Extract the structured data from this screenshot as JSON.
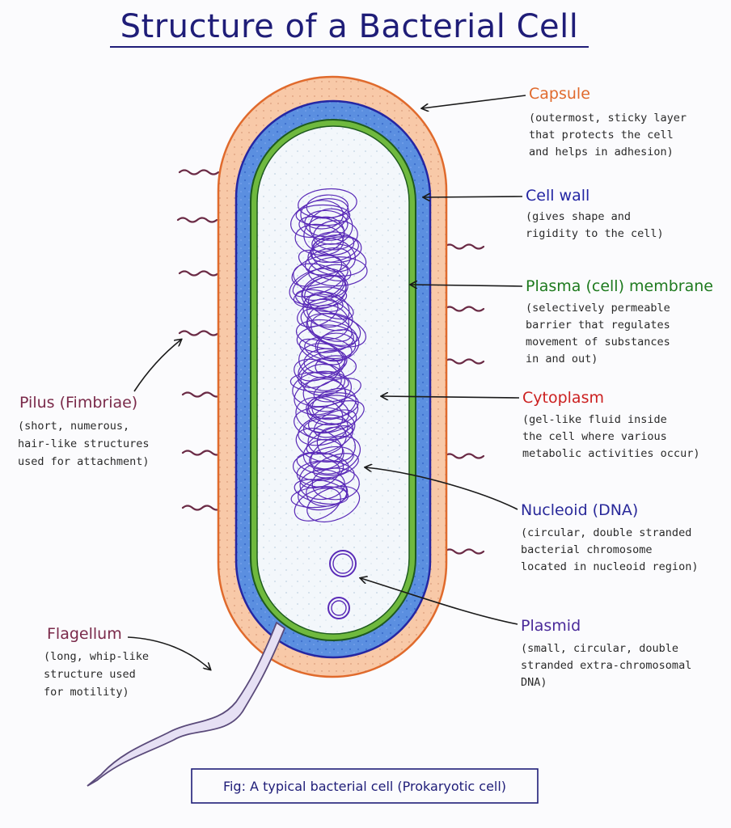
{
  "title": "Structure of a Bacterial Cell",
  "labels": {
    "capsule": {
      "name": "Capsule",
      "lines": [
        "(outermost, sticky layer",
        "that protects the cell",
        "and helps in adhesion)"
      ]
    },
    "cell_wall": {
      "name": "Cell wall",
      "lines": [
        "(gives shape and",
        "rigidity to the cell)"
      ]
    },
    "membrane": {
      "name": "Plasma (cell) membrane",
      "lines": [
        "(selectively permeable",
        "barrier that regulates",
        "movement of substances",
        "in and out)"
      ]
    },
    "cytoplasm": {
      "name": "Cytoplasm",
      "lines": [
        "(gel-like fluid inside",
        "the cell where various",
        "metabolic activities occur)"
      ]
    },
    "nucleoid": {
      "name": "Nucleoid (DNA)",
      "lines": [
        "(circular, double stranded",
        "bacterial chromosome",
        "located in nucleoid region)"
      ]
    },
    "plasmid": {
      "name": "Plasmid",
      "lines": [
        "(small, circular, double",
        "stranded extra-chromosomal",
        "DNA)"
      ]
    },
    "pilus": {
      "name": "Pilus (Fimbriae)",
      "lines": [
        "(short, numerous,",
        "hair-like structures",
        "used for attachment)"
      ]
    },
    "flagellum": {
      "name": "Flagellum",
      "lines": [
        "(long, whip-like",
        "structure used",
        "for motility)"
      ]
    }
  },
  "caption": "Fig: A typical bacterial cell (Prokaryotic cell)",
  "colors": {
    "capsule": "#e06a2c",
    "cell_wall": "#2426a3",
    "membrane": "#1e7a1e",
    "cytoplasm": "#cc2020",
    "nucleoid": "#2a2a9a",
    "plasmid": "#4a2a9a",
    "pilus": "#7a2a4a",
    "flagellum": "#7a2a4a",
    "title": "#1f1d78"
  }
}
